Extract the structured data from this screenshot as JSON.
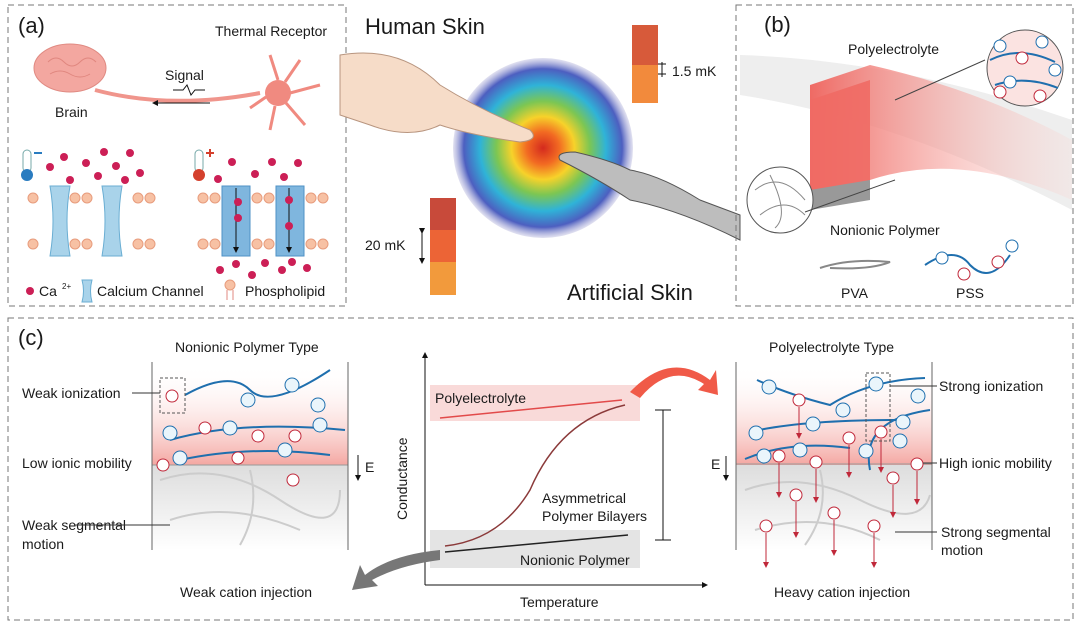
{
  "panel_a": {
    "label": "(a)",
    "thermal_receptor": "Thermal Receptor",
    "signal": "Signal",
    "brain": "Brain",
    "legend": {
      "ca": "Ca",
      "ca_sup": "2+",
      "channel": "Calcium Channel",
      "phospholipid": "Phospholipid"
    }
  },
  "center": {
    "human_skin": "Human Skin",
    "artificial_skin": "Artificial Skin",
    "top_scale": "1.5 mK",
    "bottom_scale": "20 mK"
  },
  "panel_b": {
    "label": "(b)",
    "polyelectrolyte": "Polyelectrolyte",
    "nonionic": "Nonionic Polymer",
    "pva": "PVA",
    "pss": "PSS"
  },
  "panel_c": {
    "label": "(c)",
    "left_title": "Nonionic Polymer Type",
    "weak_ionization": "Weak ionization",
    "low_mobility": "Low ionic mobility",
    "weak_segmental_1": "Weak segmental",
    "weak_segmental_2": "motion",
    "weak_injection": "Weak cation injection",
    "field": "E",
    "chart": {
      "polyelectrolyte": "Polyelectrolyte",
      "nonionic": "Nonionic Polymer",
      "bilayer_1": "Asymmetrical",
      "bilayer_2": "Polymer Bilayers",
      "ylabel": "Conductance",
      "xlabel": "Temperature"
    },
    "right_title": "Polyelectrolyte Type",
    "strong_ionization": "Strong ionization",
    "high_mobility": "High ionic mobility",
    "strong_segmental_1": "Strong segmental",
    "strong_segmental_2": "motion",
    "heavy_injection": "Heavy cation injection"
  },
  "colors": {
    "cation": "#c0283a",
    "anion_chain": "#1f6fae",
    "pink": "#f4a3a0",
    "dash": "#777777"
  }
}
